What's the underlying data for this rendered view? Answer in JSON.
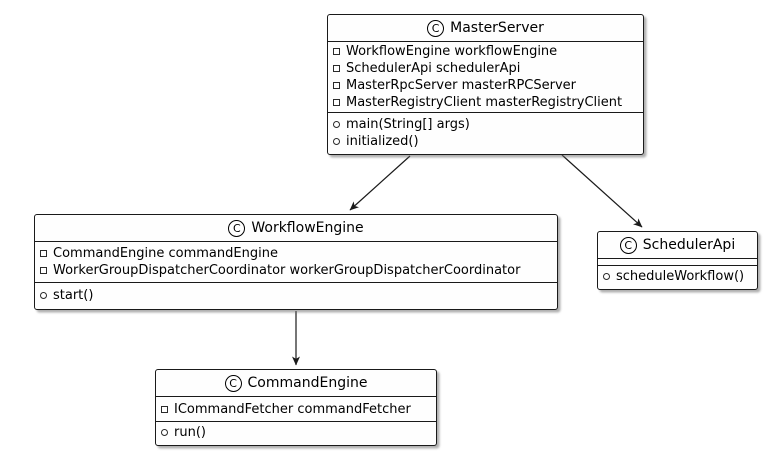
{
  "diagram": {
    "type": "uml-class-diagram",
    "background_color": "#FFFFFF",
    "border_color": "#1A1A1A",
    "shadow_color": "#6E6E6E",
    "classes": [
      {
        "stereotype_letter": "C",
        "name": "MasterServer",
        "fields": [
          "WorkflowEngine workflowEngine",
          "SchedulerApi schedulerApi",
          "MasterRpcServer masterRPCServer",
          "MasterRegistryClient masterRegistryClient"
        ],
        "methods": [
          "main(String[] args)",
          "initialized()"
        ]
      },
      {
        "stereotype_letter": "C",
        "name": "WorkflowEngine",
        "fields": [
          "CommandEngine commandEngine",
          "WorkerGroupDispatcherCoordinator workerGroupDispatcherCoordinator"
        ],
        "methods": [
          "start()"
        ]
      },
      {
        "stereotype_letter": "C",
        "name": "SchedulerApi",
        "fields": [],
        "methods": [
          "scheduleWorkflow()"
        ]
      },
      {
        "stereotype_letter": "C",
        "name": "CommandEngine",
        "fields": [
          "ICommandFetcher commandFetcher"
        ],
        "methods": [
          "run()"
        ]
      }
    ],
    "relations": [
      {
        "from": "MasterServer",
        "to": "WorkflowEngine",
        "style": "directed-arrow"
      },
      {
        "from": "MasterServer",
        "to": "SchedulerApi",
        "style": "directed-arrow"
      },
      {
        "from": "WorkflowEngine",
        "to": "CommandEngine",
        "style": "directed-arrow"
      }
    ]
  }
}
